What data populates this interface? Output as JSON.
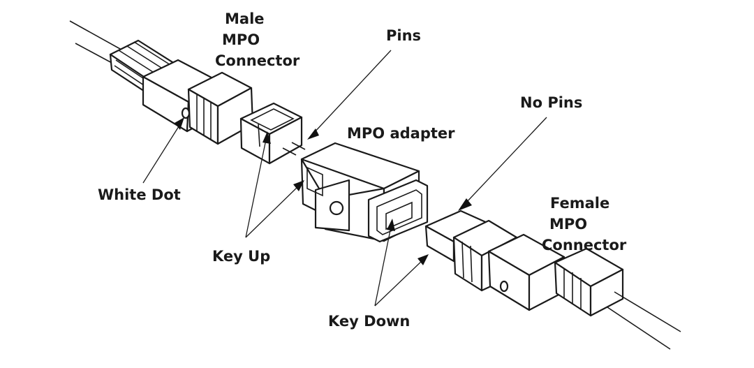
{
  "labels": {
    "male_connector": [
      "Male",
      "MPO",
      "Connector"
    ],
    "pins": "Pins",
    "adapter": "MPO adapter",
    "no_pins": "No Pins",
    "female_connector": [
      "Female",
      "MPO",
      "Connector"
    ],
    "white_dot": "White Dot",
    "key_up": "Key Up",
    "key_down": "Key Down"
  },
  "colors": {
    "line": "#1a1a1a",
    "fill": "#ffffff"
  }
}
